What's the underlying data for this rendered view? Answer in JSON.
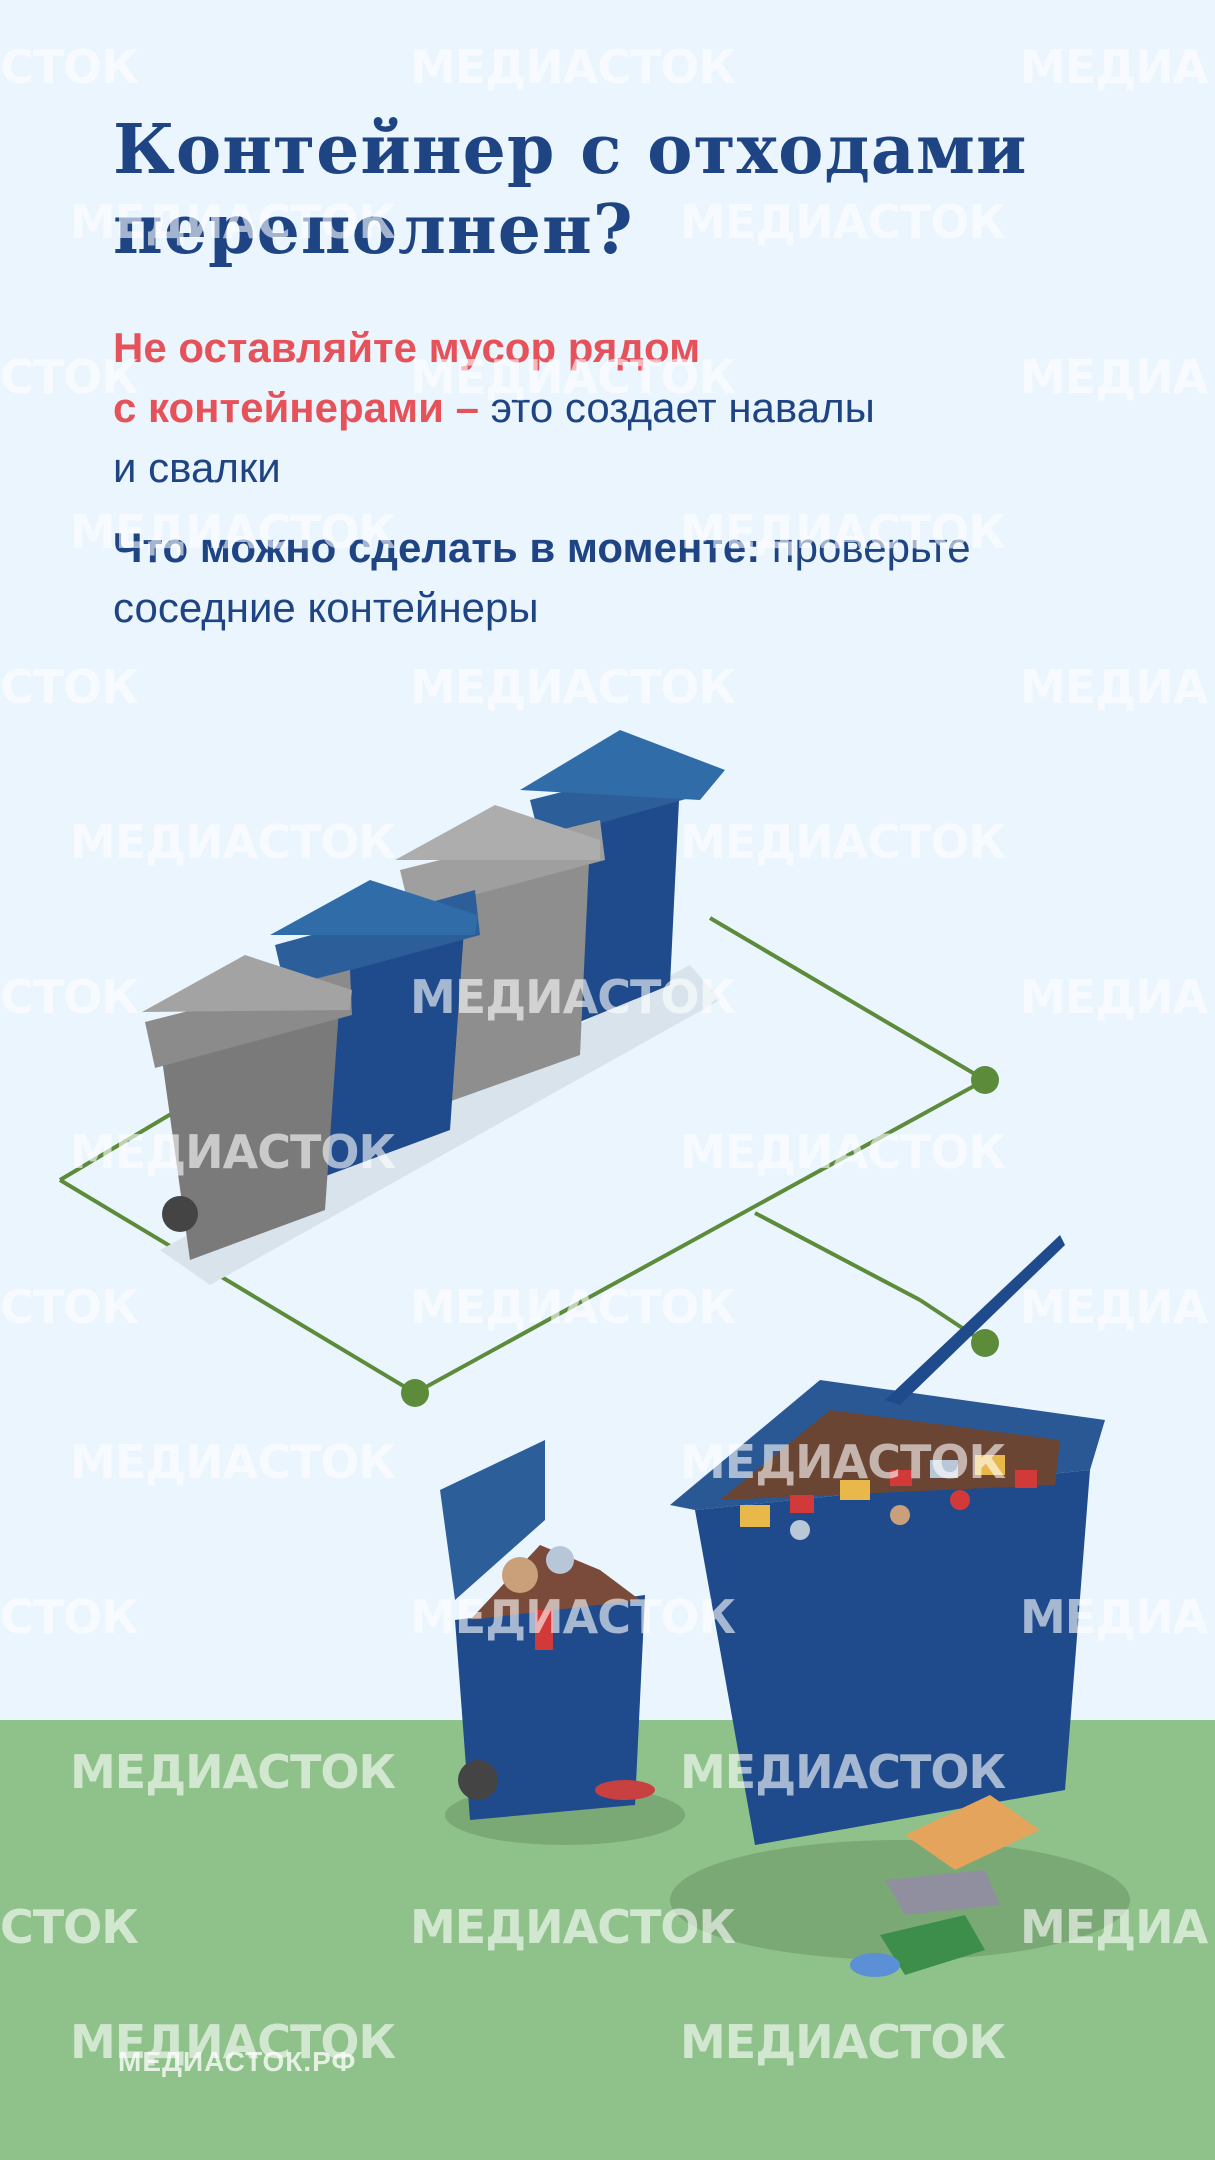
{
  "title": {
    "line1": "Контейнер с отходами",
    "line2": "переполнен?"
  },
  "paragraph1": {
    "accent_line1": "Не оставляйте мусор рядом",
    "accent_line2": "с контейнерами –",
    "rest_line2": " это создает навалы",
    "rest_line3": "и свалки"
  },
  "paragraph2": {
    "strong": "Что можно сделать в моменте:",
    "rest_line1": " проверьте",
    "rest_line2": "соседние контейнеры"
  },
  "watermark_text": "МЕДИАСТОК",
  "watermark_partial_left": "СТОК",
  "watermark_partial_right": "МЕДИА",
  "footer_site": "МЕДИАСТОК.РФ",
  "colors": {
    "background": "#eaf5fe",
    "title_blue": "#1e4484",
    "accent_red": "#e6525a",
    "bin_blue": "#1f4b8c",
    "bin_gray": "#8e8e8e",
    "ground_green": "#8fc28a",
    "outline_green": "#5c8c3a"
  }
}
